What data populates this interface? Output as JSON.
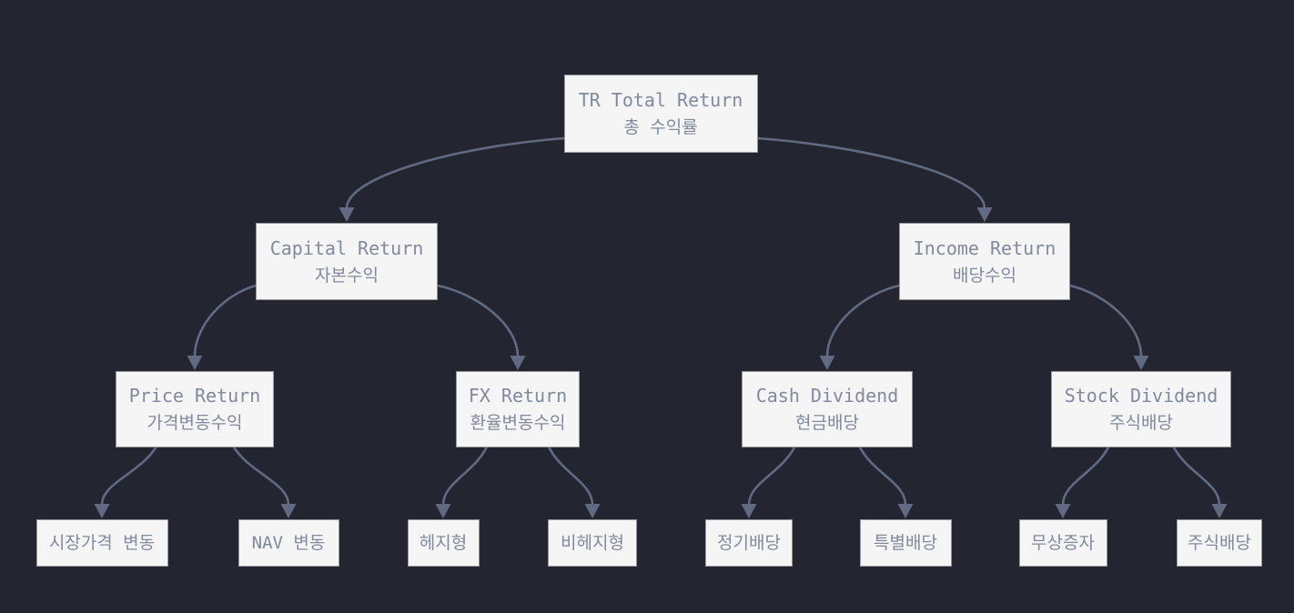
{
  "diagram": {
    "type": "flowchart-top-down",
    "nodes": [
      {
        "id": "total",
        "lines": [
          "TR Total Return",
          "총 수익률"
        ]
      },
      {
        "id": "capital",
        "lines": [
          "Capital Return",
          "자본수익"
        ]
      },
      {
        "id": "income",
        "lines": [
          "Income Return",
          "배당수익"
        ]
      },
      {
        "id": "price",
        "lines": [
          "Price Return",
          "가격변동수익"
        ]
      },
      {
        "id": "fx",
        "lines": [
          "FX Return",
          "환율변동수익"
        ]
      },
      {
        "id": "cash",
        "lines": [
          "Cash Dividend",
          "현금배당"
        ]
      },
      {
        "id": "stock",
        "lines": [
          "Stock Dividend",
          "주식배당"
        ]
      },
      {
        "id": "market_price",
        "lines": [
          "시장가격 변동"
        ]
      },
      {
        "id": "nav",
        "lines": [
          "NAV 변동"
        ]
      },
      {
        "id": "hedged",
        "lines": [
          "헤지형"
        ]
      },
      {
        "id": "unhedged",
        "lines": [
          "비헤지형"
        ]
      },
      {
        "id": "regular",
        "lines": [
          "정기배당"
        ]
      },
      {
        "id": "special",
        "lines": [
          "특별배당"
        ]
      },
      {
        "id": "bonus",
        "lines": [
          "무상증자"
        ]
      },
      {
        "id": "stock_div",
        "lines": [
          "주식배당"
        ]
      }
    ],
    "edges": [
      [
        "total",
        "capital"
      ],
      [
        "total",
        "income"
      ],
      [
        "capital",
        "price"
      ],
      [
        "capital",
        "fx"
      ],
      [
        "income",
        "cash"
      ],
      [
        "income",
        "stock"
      ],
      [
        "price",
        "market_price"
      ],
      [
        "price",
        "nav"
      ],
      [
        "fx",
        "hedged"
      ],
      [
        "fx",
        "unhedged"
      ],
      [
        "cash",
        "regular"
      ],
      [
        "cash",
        "special"
      ],
      [
        "stock",
        "bonus"
      ],
      [
        "stock",
        "stock_div"
      ]
    ],
    "colors": {
      "background": "#232631",
      "node_fill": "#f5f5f5",
      "node_border": "#999999",
      "text": "#818a9d",
      "edge": "#616a80"
    }
  }
}
